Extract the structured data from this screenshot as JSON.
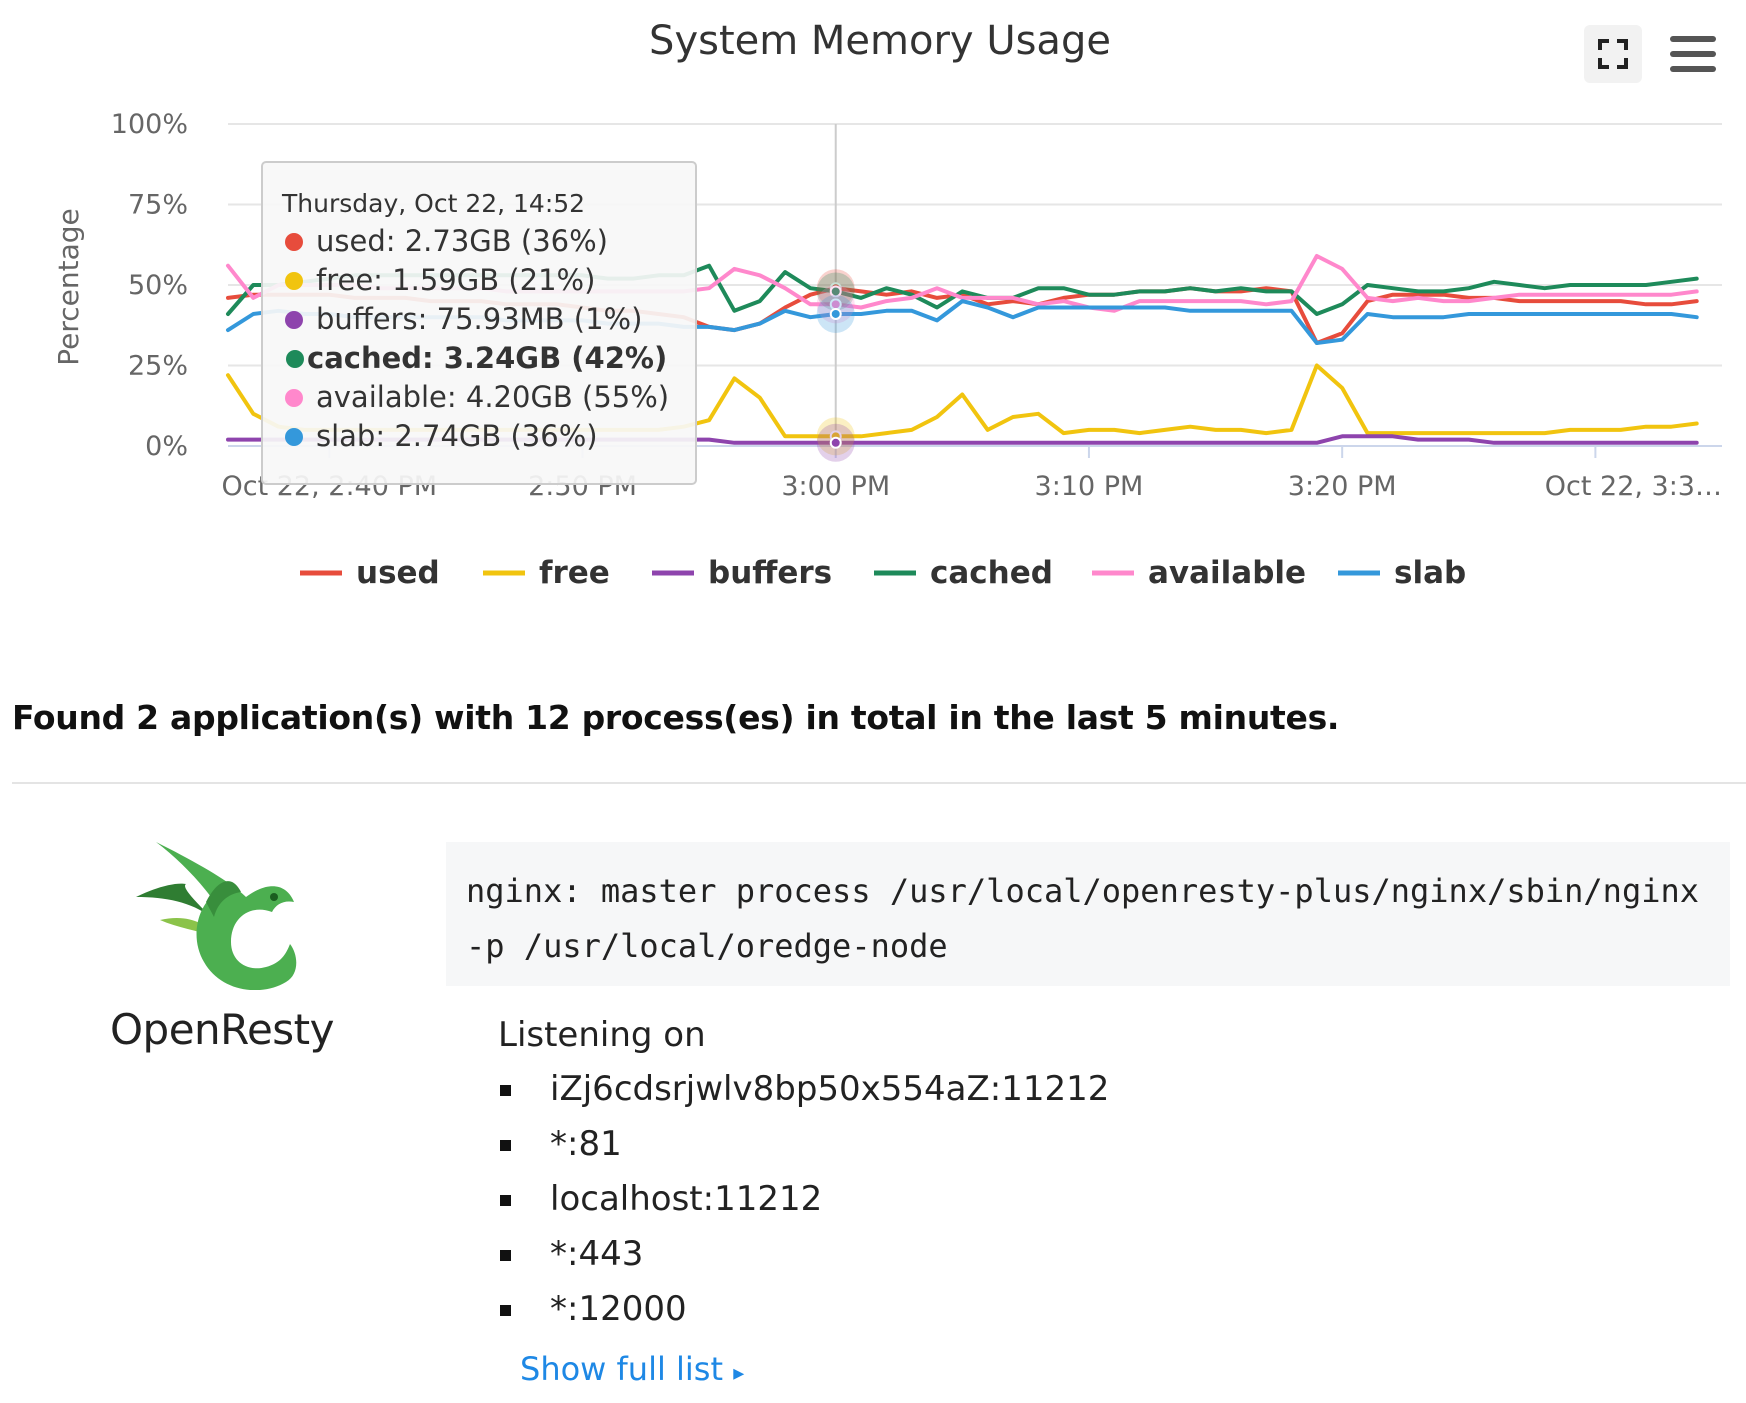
{
  "chart": {
    "title": "System Memory Usage",
    "ylabel": "Percentage",
    "yticks": [
      "100%",
      "75%",
      "50%",
      "25%",
      "0%"
    ],
    "xticks": [
      "Oct 22, 2:40 PM",
      "2:50 PM",
      "3:00 PM",
      "3:10 PM",
      "3:20 PM",
      "Oct 22, 3:3…"
    ],
    "toolbar": {
      "fullscreen_icon": "fullscreen-icon",
      "menu_icon": "hamburger-menu-icon"
    },
    "tooltip": {
      "header": "Thursday, Oct 22, 14:52",
      "rows": [
        {
          "text": "used: 2.73GB (36%)",
          "color": "#e74c3c",
          "bold": false
        },
        {
          "text": "free: 1.59GB (21%)",
          "color": "#f1c40f",
          "bold": false
        },
        {
          "text": "buffers: 75.93MB (1%)",
          "color": "#8e44ad",
          "bold": false
        },
        {
          "text": "cached: 3.24GB (42%)",
          "color": "#1e8a5a",
          "bold": true
        },
        {
          "text": "available: 4.20GB (55%)",
          "color": "#ff88cc",
          "bold": false
        },
        {
          "text": "slab: 2.74GB (36%)",
          "color": "#3498db",
          "bold": false
        }
      ]
    }
  },
  "chart_data": {
    "type": "line",
    "title": "System Memory Usage",
    "ylabel": "Percentage",
    "xlabel": "",
    "ylim": [
      0,
      100
    ],
    "x_range_minutes": [
      -4,
      55
    ],
    "x": [
      -4,
      -3,
      -2,
      -1,
      0,
      1,
      2,
      3,
      4,
      5,
      6,
      7,
      8,
      9,
      10,
      11,
      12,
      13,
      14,
      15,
      16,
      17,
      18,
      19,
      20,
      21,
      22,
      23,
      24,
      25,
      26,
      27,
      28,
      29,
      30,
      31,
      32,
      33,
      34,
      35,
      36,
      37,
      38,
      39,
      40,
      41,
      42,
      43,
      44,
      45,
      46,
      47,
      48,
      49,
      50,
      51,
      52,
      53,
      54
    ],
    "series": [
      {
        "name": "used",
        "color": "#e74c3c",
        "values": [
          46,
          47,
          47,
          47,
          47,
          46,
          46,
          46,
          45,
          45,
          45,
          44,
          44,
          44,
          43,
          42,
          42,
          41,
          40,
          37,
          36,
          38,
          43,
          47,
          49,
          48,
          47,
          48,
          46,
          47,
          44,
          45,
          44,
          46,
          47,
          47,
          48,
          48,
          49,
          48,
          48,
          49,
          48,
          32,
          35,
          45,
          47,
          47,
          47,
          46,
          46,
          45,
          45,
          45,
          45,
          45,
          44,
          44,
          45
        ]
      },
      {
        "name": "free",
        "color": "#f1c40f",
        "values": [
          22,
          10,
          6,
          5,
          5,
          5,
          5,
          5,
          5,
          5,
          5,
          5,
          5,
          5,
          5,
          5,
          5,
          5,
          6,
          8,
          21,
          15,
          3,
          3,
          3,
          3,
          4,
          5,
          9,
          16,
          5,
          9,
          10,
          4,
          5,
          5,
          4,
          5,
          6,
          5,
          5,
          4,
          5,
          25,
          18,
          4,
          4,
          4,
          4,
          4,
          4,
          4,
          4,
          5,
          5,
          5,
          6,
          6,
          7
        ]
      },
      {
        "name": "buffers",
        "color": "#8e44ad",
        "values": [
          2,
          2,
          2,
          2,
          2,
          2,
          2,
          2,
          2,
          2,
          2,
          2,
          2,
          2,
          2,
          2,
          2,
          2,
          2,
          2,
          1,
          1,
          1,
          1,
          1,
          1,
          1,
          1,
          1,
          1,
          1,
          1,
          1,
          1,
          1,
          1,
          1,
          1,
          1,
          1,
          1,
          1,
          1,
          1,
          3,
          3,
          3,
          2,
          2,
          2,
          1,
          1,
          1,
          1,
          1,
          1,
          1,
          1,
          1
        ]
      },
      {
        "name": "cached",
        "color": "#1e8a5a",
        "values": [
          41,
          50,
          50,
          51,
          52,
          53,
          53,
          53,
          53,
          53,
          53,
          53,
          53,
          53,
          53,
          52,
          52,
          53,
          53,
          56,
          42,
          45,
          54,
          49,
          48,
          46,
          49,
          47,
          43,
          48,
          46,
          46,
          49,
          49,
          47,
          47,
          48,
          48,
          49,
          48,
          49,
          48,
          48,
          41,
          44,
          50,
          49,
          48,
          48,
          49,
          51,
          50,
          49,
          50,
          50,
          50,
          50,
          51,
          52
        ]
      },
      {
        "name": "available",
        "color": "#ff88cc",
        "values": [
          56,
          46,
          50,
          50,
          50,
          50,
          49,
          49,
          49,
          49,
          49,
          48,
          48,
          48,
          48,
          48,
          48,
          48,
          48,
          49,
          55,
          53,
          49,
          44,
          44,
          43,
          45,
          46,
          49,
          46,
          46,
          46,
          44,
          45,
          43,
          42,
          45,
          45,
          45,
          45,
          45,
          44,
          45,
          59,
          55,
          46,
          45,
          46,
          45,
          45,
          46,
          47,
          47,
          47,
          47,
          47,
          47,
          47,
          48
        ]
      },
      {
        "name": "slab",
        "color": "#3498db",
        "values": [
          36,
          41,
          42,
          41,
          41,
          40,
          40,
          40,
          40,
          40,
          40,
          39,
          39,
          39,
          39,
          38,
          38,
          38,
          37,
          37,
          36,
          38,
          42,
          40,
          41,
          41,
          42,
          42,
          39,
          45,
          43,
          40,
          43,
          43,
          43,
          43,
          43,
          43,
          42,
          42,
          42,
          42,
          42,
          32,
          33,
          41,
          40,
          40,
          40,
          41,
          41,
          41,
          41,
          41,
          41,
          41,
          41,
          41,
          40
        ]
      }
    ],
    "hover_time": "Thursday, Oct 22, 14:52",
    "grid": true,
    "legend_position": "bottom"
  },
  "summary": "Found 2 application(s) with 12 process(es) in total in the last 5 minutes.",
  "app": {
    "name": "OpenResty",
    "logo_icon": "openresty-bird-logo",
    "command": "nginx: master process /usr/local/openresty-plus/nginx/sbin/nginx -p /usr/local/oredge-node",
    "listening_title": "Listening on",
    "listening": [
      "iZj6cdsrjwlv8bp50x554aZ:11212",
      "*:81",
      "localhost:11212",
      "*:443",
      "*:12000"
    ],
    "show_full_list": "Show full list"
  }
}
